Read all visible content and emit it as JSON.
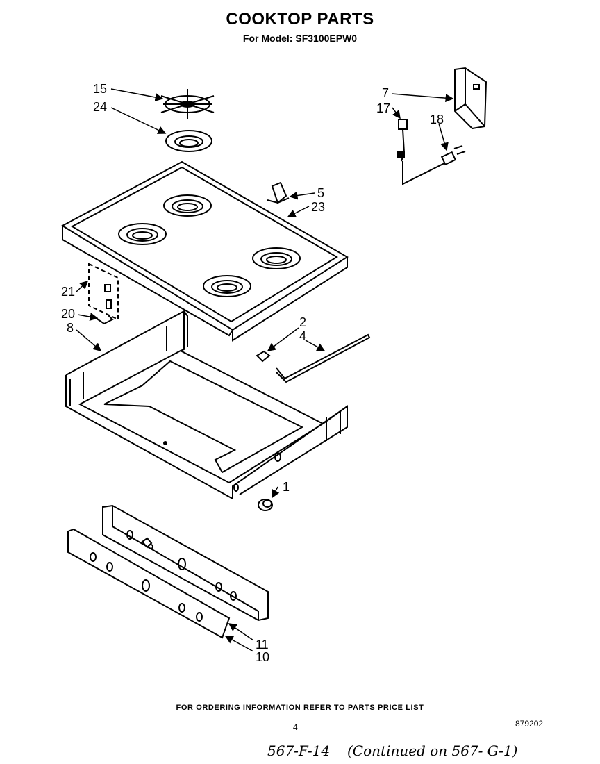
{
  "header": {
    "title": "COOKTOP PARTS",
    "subtitle": "For Model: SF3100EPW0"
  },
  "callouts": {
    "n1": "1",
    "n2": "2",
    "n4": "4",
    "n5": "5",
    "n7": "7",
    "n8": "8",
    "n10": "10",
    "n11": "11",
    "n15": "15",
    "n17": "17",
    "n18": "18",
    "n20": "20",
    "n21": "21",
    "n23": "23",
    "n24": "24"
  },
  "footer": {
    "ordering_note": "FOR ORDERING INFORMATION REFER TO PARTS PRICE LIST",
    "page_number": "4",
    "doc_number": "879202",
    "handwritten_left": "567-F-14",
    "handwritten_right": "(Continued on 567- G-1)"
  }
}
